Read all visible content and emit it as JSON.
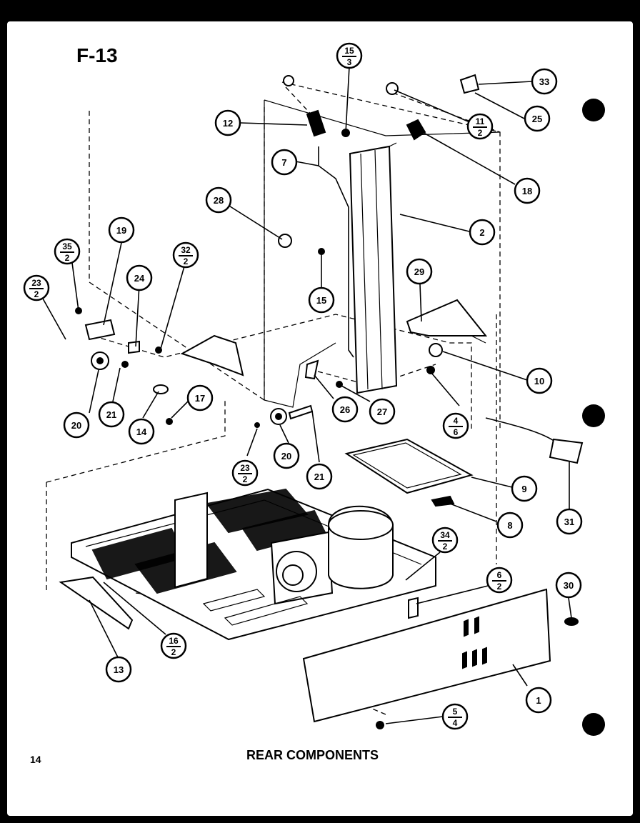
{
  "figure": {
    "label": "F-13"
  },
  "caption": "REAR COMPONENTS",
  "page_number": "14",
  "callouts": [
    {
      "id": "c12",
      "top": "12"
    },
    {
      "id": "c15a",
      "top": "15",
      "bottom": "3"
    },
    {
      "id": "c33",
      "top": "33"
    },
    {
      "id": "c11",
      "top": "11",
      "bottom": "2"
    },
    {
      "id": "c25",
      "top": "25"
    },
    {
      "id": "c18",
      "top": "18"
    },
    {
      "id": "c7",
      "top": "7"
    },
    {
      "id": "c28",
      "top": "28"
    },
    {
      "id": "c2",
      "top": "2"
    },
    {
      "id": "c19",
      "top": "19"
    },
    {
      "id": "c35",
      "top": "35",
      "bottom": "2"
    },
    {
      "id": "c32",
      "top": "32",
      "bottom": "2"
    },
    {
      "id": "c24",
      "top": "24"
    },
    {
      "id": "c23a",
      "top": "23",
      "bottom": "2"
    },
    {
      "id": "c15b",
      "top": "15"
    },
    {
      "id": "c29",
      "top": "29"
    },
    {
      "id": "c10",
      "top": "10"
    },
    {
      "id": "c20a",
      "top": "20"
    },
    {
      "id": "c21a",
      "top": "21"
    },
    {
      "id": "c14",
      "top": "14"
    },
    {
      "id": "c17",
      "top": "17"
    },
    {
      "id": "c26",
      "top": "26"
    },
    {
      "id": "c27",
      "top": "27"
    },
    {
      "id": "c4",
      "top": "4",
      "bottom": "6"
    },
    {
      "id": "c23b",
      "top": "23",
      "bottom": "2"
    },
    {
      "id": "c20b",
      "top": "20"
    },
    {
      "id": "c21b",
      "top": "21"
    },
    {
      "id": "c9",
      "top": "9"
    },
    {
      "id": "c31",
      "top": "31"
    },
    {
      "id": "c8",
      "top": "8"
    },
    {
      "id": "c34",
      "top": "34",
      "bottom": "2"
    },
    {
      "id": "c6",
      "top": "6",
      "bottom": "2"
    },
    {
      "id": "c30",
      "top": "30"
    },
    {
      "id": "c16",
      "top": "16",
      "bottom": "2"
    },
    {
      "id": "c13",
      "top": "13"
    },
    {
      "id": "c1",
      "top": "1"
    },
    {
      "id": "c5",
      "top": "5",
      "bottom": "4"
    }
  ]
}
